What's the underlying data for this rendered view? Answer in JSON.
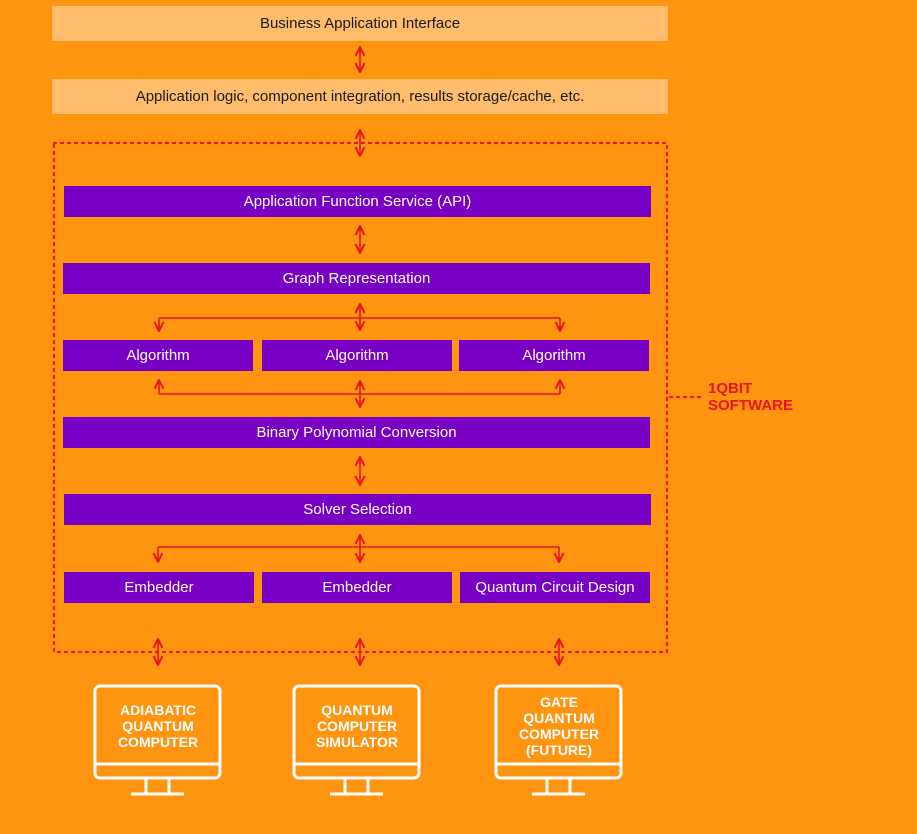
{
  "top": {
    "interface_label": "Business Application Interface",
    "logic_label": "Application logic, component integration, results storage/cache, etc."
  },
  "stack": {
    "api_label": "Application Function Service (API)",
    "graph_label": "Graph Representation",
    "algorithms": [
      "Algorithm",
      "Algorithm",
      "Algorithm"
    ],
    "binary_label": "Binary Polynomial Conversion",
    "solver_label": "Solver Selection",
    "backends": [
      "Embedder",
      "Embedder",
      "Quantum Circuit Design"
    ]
  },
  "side_label": {
    "line1": "1QBIT",
    "line2": "SOFTWARE"
  },
  "computers": [
    {
      "lines": [
        "ADIABATIC",
        "QUANTUM",
        "COMPUTER"
      ]
    },
    {
      "lines": [
        "QUANTUM",
        "COMPUTER",
        "SIMULATOR"
      ]
    },
    {
      "lines": [
        "GATE",
        "QUANTUM",
        "COMPUTER",
        "(FUTURE)"
      ]
    }
  ],
  "colors": {
    "background": "#FF9410",
    "light_box": "#FFBC6B",
    "purple_box": "#7700C4",
    "arrow_red": "#E8141E",
    "monitor_white": "#FFFFFF"
  }
}
